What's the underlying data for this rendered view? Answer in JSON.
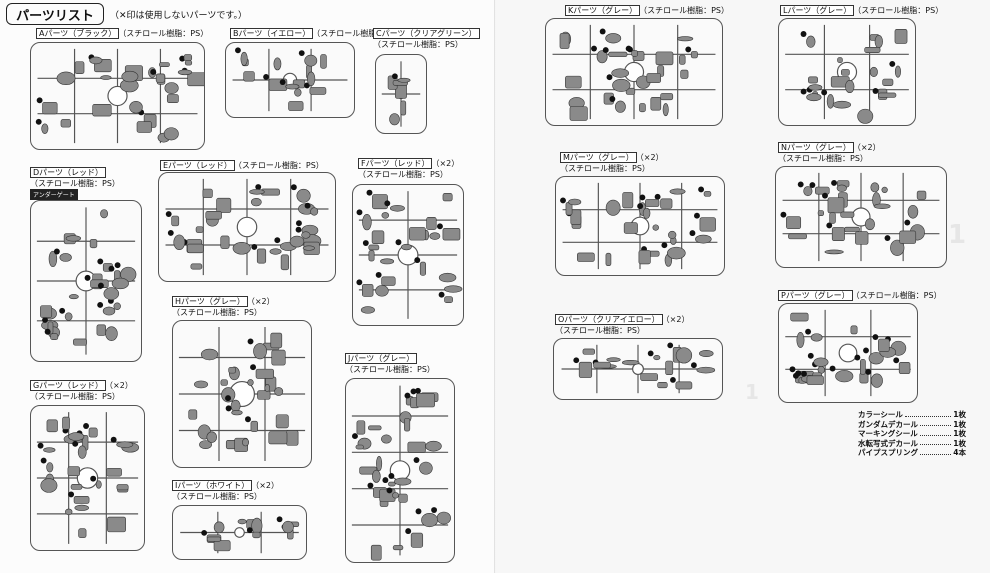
{
  "header": {
    "title": "パーツリスト",
    "note": "（✕印は使用しないパーツです。）"
  },
  "runners": [
    {
      "id": "A",
      "name": "Aパーツ（ブラック）",
      "material": "（スチロール樹脂：PS）"
    },
    {
      "id": "B",
      "name": "Bパーツ（イエロー）",
      "material": "（スチロール樹脂：PS）"
    },
    {
      "id": "C",
      "name": "Cパーツ（クリアグリーン）",
      "material": "（スチロール樹脂：PS）"
    },
    {
      "id": "D",
      "name": "Dパーツ（レッド）",
      "material": "（スチロール樹脂：PS）"
    },
    {
      "id": "E",
      "name": "Eパーツ（レッド）",
      "material": "（スチロール樹脂：PS）"
    },
    {
      "id": "F",
      "name": "Fパーツ（レッド）",
      "count": "（×2）",
      "material": "（スチロール樹脂：PS）"
    },
    {
      "id": "G",
      "name": "Gパーツ（レッド）",
      "count": "（×2）",
      "material": "（スチロール樹脂：PS）"
    },
    {
      "id": "H",
      "name": "Hパーツ（グレー）",
      "count": "（×2）",
      "material": "（スチロール樹脂：PS）"
    },
    {
      "id": "I",
      "name": "Iパーツ（ホワイト）",
      "count": "（×2）",
      "material": "（スチロール樹脂：PS）"
    },
    {
      "id": "J",
      "name": "Jパーツ（グレー）",
      "material": "（スチロール樹脂：PS）"
    },
    {
      "id": "K",
      "name": "Kパーツ（グレー）",
      "material": "（スチロール樹脂：PS）"
    },
    {
      "id": "L",
      "name": "Lパーツ（グレー）",
      "material": "（スチロール樹脂：PS）"
    },
    {
      "id": "M",
      "name": "Mパーツ（グレー）",
      "count": "（×2）",
      "material": "（スチロール樹脂：PS）"
    },
    {
      "id": "N",
      "name": "Nパーツ（グレー）",
      "count": "（×2）",
      "material": "（スチロール樹脂：PS）"
    },
    {
      "id": "O",
      "name": "Oパーツ（クリアイエロー）",
      "count": "（×2）",
      "material": "（スチロール樹脂：PS）"
    },
    {
      "id": "P",
      "name": "Pパーツ（グレー）",
      "material": "（スチロール樹脂：PS）"
    }
  ],
  "badge": "アンダーゲート",
  "accessories": [
    {
      "name": "カラーシール",
      "qty": "1枚"
    },
    {
      "name": "ガンダムデカール",
      "qty": "1枚"
    },
    {
      "name": "マーキングシール",
      "qty": "1枚"
    },
    {
      "name": "水転写式デカール",
      "qty": "1枚"
    },
    {
      "name": "パイプスプリング",
      "qty": "4本"
    }
  ],
  "colors": {
    "line": "#555555",
    "part": "#8a8a8a",
    "background": "#fcfcfc"
  }
}
